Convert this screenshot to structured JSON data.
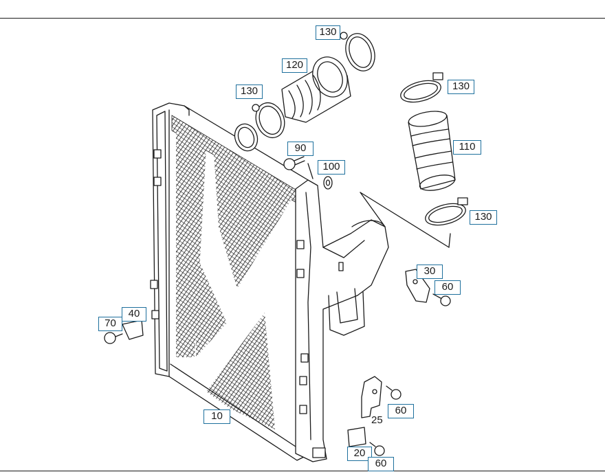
{
  "diagram": {
    "callouts": [
      {
        "id": "c130a",
        "label": "130"
      },
      {
        "id": "c120",
        "label": "120"
      },
      {
        "id": "c130b",
        "label": "130"
      },
      {
        "id": "c130c",
        "label": "130"
      },
      {
        "id": "c90",
        "label": "90"
      },
      {
        "id": "c100",
        "label": "100"
      },
      {
        "id": "c110",
        "label": "110"
      },
      {
        "id": "c130d",
        "label": "130"
      },
      {
        "id": "c30",
        "label": "30"
      },
      {
        "id": "c60a",
        "label": "60"
      },
      {
        "id": "c40",
        "label": "40"
      },
      {
        "id": "c70",
        "label": "70"
      },
      {
        "id": "c10",
        "label": "10"
      },
      {
        "id": "c60b",
        "label": "60"
      },
      {
        "id": "c20",
        "label": "20"
      },
      {
        "id": "c60c",
        "label": "60"
      }
    ],
    "plain_labels": [
      {
        "id": "p25",
        "label": "25"
      }
    ],
    "colors": {
      "callout_border": "#1d6f9c",
      "line": "#1a1a1a",
      "background": "#ffffff"
    }
  }
}
